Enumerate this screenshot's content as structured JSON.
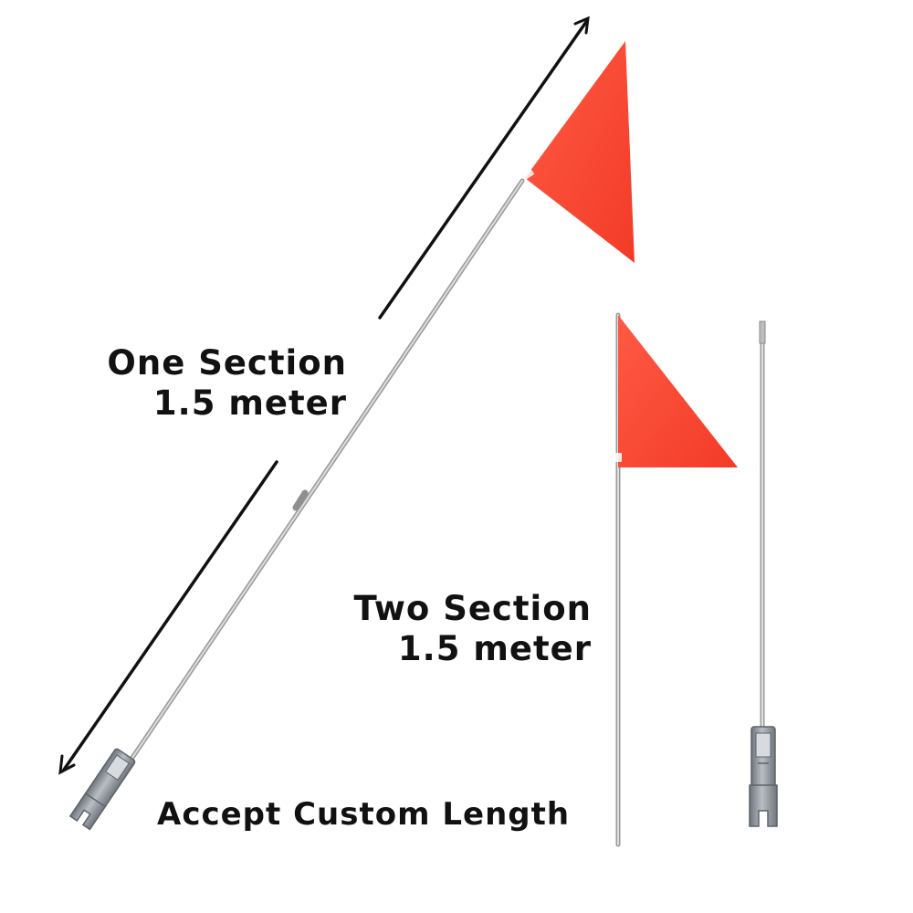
{
  "labels": {
    "one_section": {
      "line1": "One Section",
      "line2": "1.5 meter"
    },
    "two_section": {
      "line1": "Two Section",
      "line2": "1.5 meter"
    },
    "custom": "Accept Custom Length"
  },
  "colors": {
    "flag": "#ff4430",
    "pole": "#c8c8c8",
    "arrow": "#111111",
    "bracket": "#8c9198"
  },
  "icons": {
    "flag": "triangular-safety-flag",
    "arrow": "double-headed-length-arrow",
    "bracket": "mounting-bracket"
  }
}
